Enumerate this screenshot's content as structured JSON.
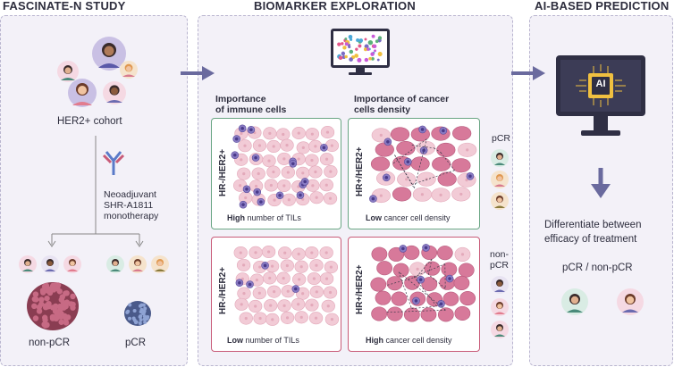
{
  "sections": {
    "study_title": "FASCINATE-N STUDY",
    "biomarker_title": "BIOMARKER EXPLORATION",
    "prediction_title": "AI-BASED PREDICTION"
  },
  "study": {
    "cohort_label": "HER2+ cohort",
    "treatment_line1": "Neoadjuvant",
    "treatment_line2": "SHR-A1811",
    "treatment_line3": "monotherapy",
    "outcome_left": "non-pCR",
    "outcome_right": "pCR"
  },
  "biomarker": {
    "immune_heading_line1": "Importance",
    "immune_heading_line2": "of immune cells",
    "density_heading_line1": "Importance of cancer",
    "density_heading_line2": "cells density",
    "box_tl_label": "HR-/HER2+",
    "box_tl_caption_bold": "High",
    "box_tl_caption_rest": " number of TILs",
    "box_tr_label": "HR+/HER2+",
    "box_tr_caption_bold": "Low",
    "box_tr_caption_rest": " cancer cell density",
    "box_bl_label": "HR-/HER2+",
    "box_bl_caption_bold": "Low",
    "box_bl_caption_rest": " number of TILs",
    "box_br_label": "HR+/HER2+",
    "box_br_caption_bold": "High",
    "box_br_caption_rest": " cancer cell density",
    "side_pcr": "pCR",
    "side_nonpcr_line1": "non-",
    "side_nonpcr_line2": "pCR"
  },
  "prediction": {
    "monitor_text": "AI",
    "result_line1": "Differentiate between",
    "result_line2": "efficacy of treatment",
    "result_classes": "pCR / non-pCR"
  },
  "colors": {
    "panel_bg": "#f3f1f8",
    "arrow": "#6a6a9e",
    "green_border": "#6aa684",
    "red_border": "#c85b78",
    "cell_pink": "#f2cbd6",
    "cancer_cell": "#d7799a",
    "immune_cell": "#8a7cc4"
  }
}
